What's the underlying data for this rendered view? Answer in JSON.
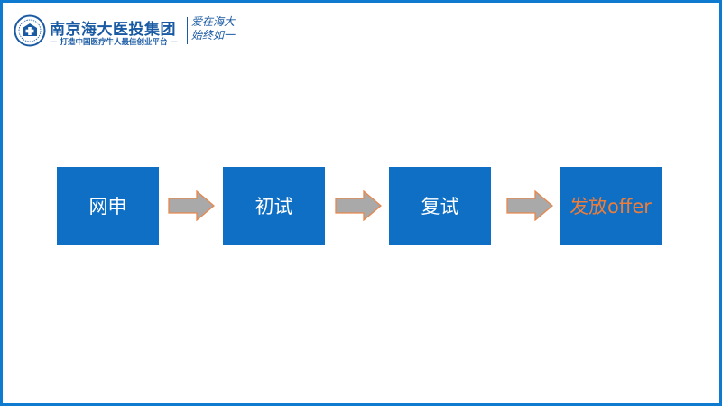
{
  "header": {
    "brand_name": "南京海大医投集团",
    "slogan": "— 打造中国医疗牛人最佳创业平台 —",
    "motto_line1": "爱在海大",
    "motto_line2": "始终如一"
  },
  "flow": {
    "steps": [
      {
        "label": "网申"
      },
      {
        "label": "初试"
      },
      {
        "label": "复试"
      },
      {
        "label": "发放offer"
      }
    ],
    "colors": {
      "box": "#0f6fc4",
      "box_text": "#ffffff",
      "highlight_text": "#ee7d3a",
      "arrow_fill": "#a9a9a9",
      "arrow_outline": "#e8874d",
      "frame": "#0f7bd0"
    }
  }
}
